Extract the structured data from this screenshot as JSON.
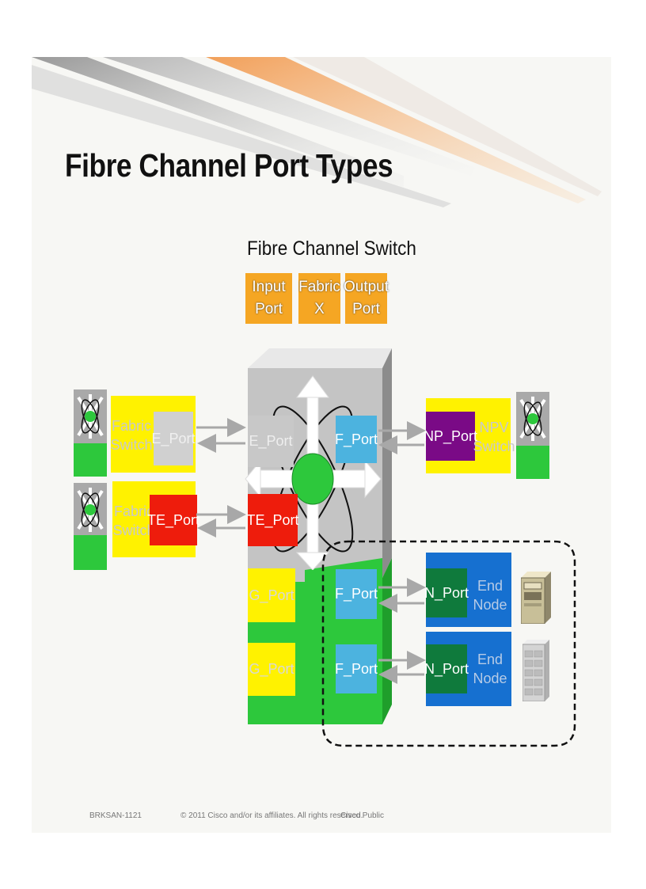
{
  "title": "Fibre Channel Port Types",
  "switch_label": "Fibre Channel Switch",
  "legend": {
    "input": [
      "Input",
      "Port"
    ],
    "fabric": [
      "Fabric",
      "X"
    ],
    "output": [
      "Output",
      "Port"
    ]
  },
  "left": {
    "fabric_switch_1": [
      "Fabric",
      "Switch"
    ],
    "e_port": "E_Port",
    "fabric_switch_2": [
      "Fabric",
      "Switch"
    ],
    "te_port": "TE_Port"
  },
  "switch": {
    "e_port": "E_Port",
    "f_port_top": "F_Port",
    "te_port": "TE_Port",
    "g_port_1": "G_Port",
    "f_port_mid": "F_Port",
    "g_port_2": "G_Port",
    "f_port_bot": "F_Port"
  },
  "right": {
    "np_port": "NP_Port",
    "npv_switch": [
      "NPV",
      "Switch"
    ],
    "n_port_1": "N_Port",
    "end_node_1": [
      "End",
      "Node"
    ],
    "n_port_2": "N_Port",
    "end_node_2": [
      "End",
      "Node"
    ]
  },
  "footer": {
    "code": "BRKSAN-1121",
    "copyright": "© 2011 Cisco and/or its affiliates. All rights reserved.",
    "classification": "Cisco Public"
  },
  "colors": {
    "orange": "#f5a623",
    "yellow": "#fff200",
    "red": "#ee1c0c",
    "green": "#2dc83c",
    "gray_box": "#c8c8c8",
    "light_blue": "#4cb3df",
    "purple": "#7a0a86",
    "dark_green": "#0f7a3c",
    "blue": "#1670d0"
  }
}
